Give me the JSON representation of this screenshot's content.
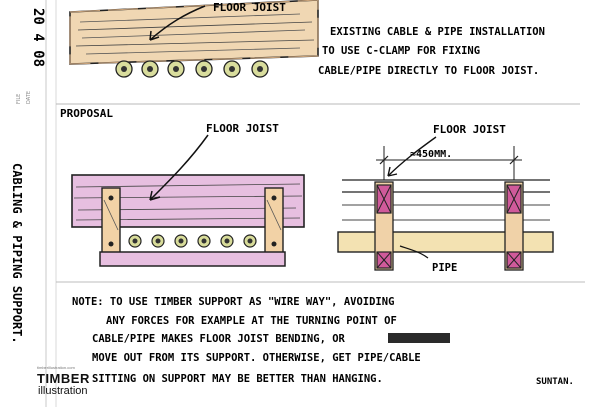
{
  "date": "20 4 08",
  "margin_labels": {
    "file": "FILE",
    "date": "DATE"
  },
  "side_title": "CABLING & PIPING SUPPORT.",
  "existing": {
    "floor_joist_label": "FLOOR JOIST",
    "caption": [
      "EXISTING CABLE & PIPE INSTALLATION",
      "TO USE C-CLAMP FOR FIXING",
      "CABLE/PIPE DIRECTLY TO FLOOR JOIST."
    ]
  },
  "proposal_label": "PROPOSAL",
  "section_view": {
    "floor_joist_label": "FLOOR JOIST"
  },
  "plan_view": {
    "floor_joist_label": "FLOOR JOIST",
    "spacing_label": "≈450mm.",
    "pipe_label": "PIPE"
  },
  "note": [
    "NOTE: TO USE TIMBER SUPPORT AS \"WIRE WAY\", AVOIDING",
    "ANY FORCES FOR EXAMPLE AT THE TURNING POINT OF",
    "CABLE/PIPE MAKES FLOOR JOIST BENDING, OR",
    "MOVE OUT FROM ITS SUPPORT. OTHERWISE, GET PIPE/CABLE",
    "SITTING ON SUPPORT MAY BE BETTER THAN HANGING."
  ],
  "signature": "SUNTAN.",
  "brand": {
    "small": "timberillustration.com",
    "main": "TIMBER",
    "sub": "illustration"
  }
}
